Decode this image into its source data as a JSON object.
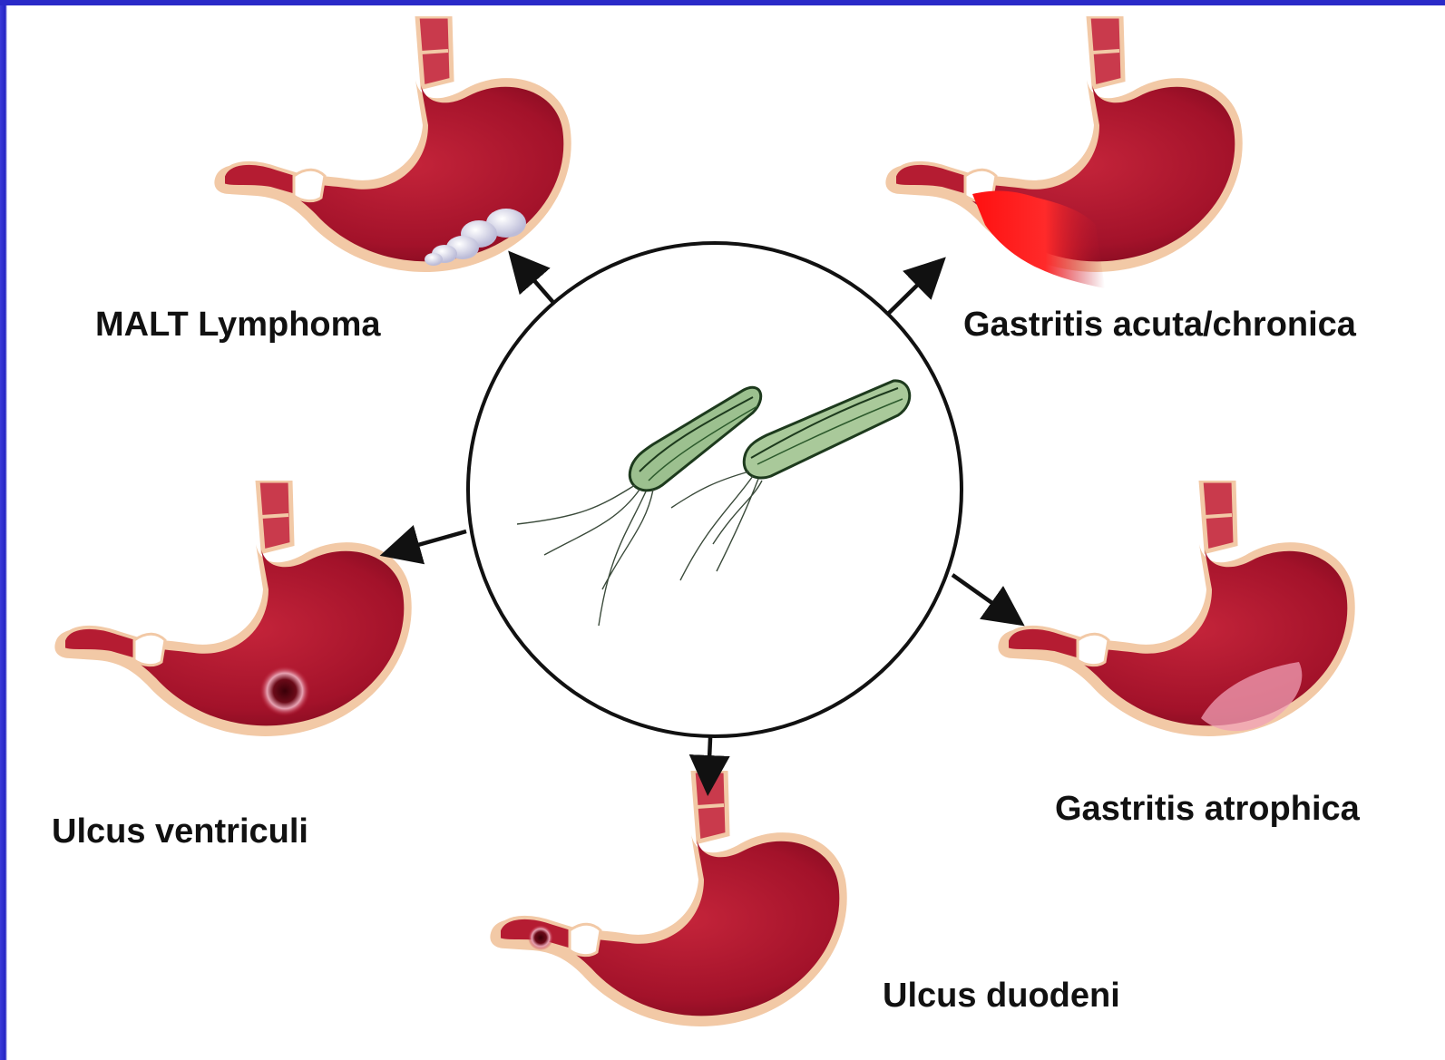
{
  "diagram": {
    "center": {
      "subject": "helicobacter-bacteria"
    },
    "outcomes": [
      {
        "id": "malt",
        "label": "MALT Lymphoma",
        "lesion": "white-nodules"
      },
      {
        "id": "gastritis-acute",
        "label": "Gastritis acuta/chronica",
        "lesion": "bright-red-antrum"
      },
      {
        "id": "ulcus-ventriculi",
        "label": "Ulcus ventriculi",
        "lesion": "gastric-ulcer"
      },
      {
        "id": "gastritis-atrophica",
        "label": "Gastritis atrophica",
        "lesion": "pale-patch"
      },
      {
        "id": "ulcus-duodeni",
        "label": "Ulcus duodeni",
        "lesion": "duodenal-ulcer"
      }
    ],
    "colors": {
      "background": "#ffffff",
      "frame": "#2a2ac8",
      "stomach": "#a3122a",
      "stomach_rim": "#f2c9a6",
      "inflamed": "#ff1a1a",
      "bacteria": "#9cc08f",
      "arrow": "#111111"
    }
  }
}
